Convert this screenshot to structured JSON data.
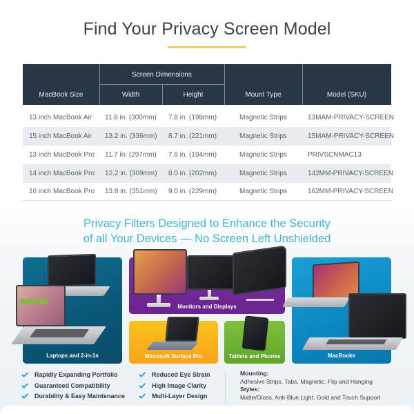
{
  "header": {
    "title": "Find Your Privacy Screen Model",
    "underline_color": "#f0cf55"
  },
  "table": {
    "header_bg": "#283645",
    "columns": {
      "macbook_size": "MacBook Size",
      "screen_dimensions": "Screen Dimensions",
      "width": "Width",
      "height": "Height",
      "mount_type": "Mount Type",
      "model_sku": "Model (SKU)"
    },
    "rows": [
      {
        "size": "13 inch MacBook Air",
        "width": "11.8 in. (300mm)",
        "height": "7.8 in. (198mm)",
        "mount": "Magnetic Strips",
        "sku": "13MAM-PRIVACY-SCREEN"
      },
      {
        "size": "15 inch MacBook Air",
        "width": "13.2 in. (336mm)",
        "height": "8.7 in. (221mm)",
        "mount": "Magnetic Strips",
        "sku": "15MAM-PRIVACY-SCREEN"
      },
      {
        "size": "13 inch MacBook Pro",
        "width": "11.7 in. (297mm)",
        "height": "7.6 in. (194mm)",
        "mount": "Magnetic Strips",
        "sku": "PRIVSCNMAC13"
      },
      {
        "size": "14 inch MacBook Pro",
        "width": "12.2 in. (309mm)",
        "height": "8.0 in. (202mm)",
        "mount": "Magnetic Strips",
        "sku": "142MM-PRIVACY-SCREEN"
      },
      {
        "size": "16 inch MacBook Pro",
        "width": "13.8 in. (351mm)",
        "height": "9.0 in. (229mm)",
        "mount": "Magnetic Strips",
        "sku": "162MM-PRIVACY-SCREEN"
      }
    ]
  },
  "promo": {
    "subtitle_line1": "Privacy Filters Designed to Enhance the Security",
    "subtitle_line2": "of all Your Devices — No Screen Left Unshielded",
    "subtitle_color": "#3fb4ce",
    "panels": [
      {
        "label": "Laptops and 2-in-1s",
        "color": "#0a5677"
      },
      {
        "label": "Monitors and Displays",
        "color": "#6b238f"
      },
      {
        "label": "Microsoft Surface Pro",
        "color": "#f7a419"
      },
      {
        "label": "Tablets and Phones",
        "color": "#6bb032"
      },
      {
        "label": "MacBooks",
        "color": "#0b87c0"
      }
    ]
  },
  "features": {
    "check_icon": "checkmark-icon",
    "check_color": "#2aa7d6",
    "col1": [
      "Rapidly Expanding Portfolio",
      "Guaranteed Compatibility",
      "Durability & Easy Maintenance"
    ],
    "col2": [
      "Reduced Eye Strain",
      "High Image Clarity",
      "Multi-Layer Design"
    ]
  },
  "specs": {
    "mounting_label": "Mounting:",
    "mounting_value": "Adhesive Strips, Tabs, Magnetic, Flip and Hanging",
    "styles_label": "Styles:",
    "styles_value": "Matte/Gloss, Anti-Blue Light, Gold and Touch Support"
  }
}
